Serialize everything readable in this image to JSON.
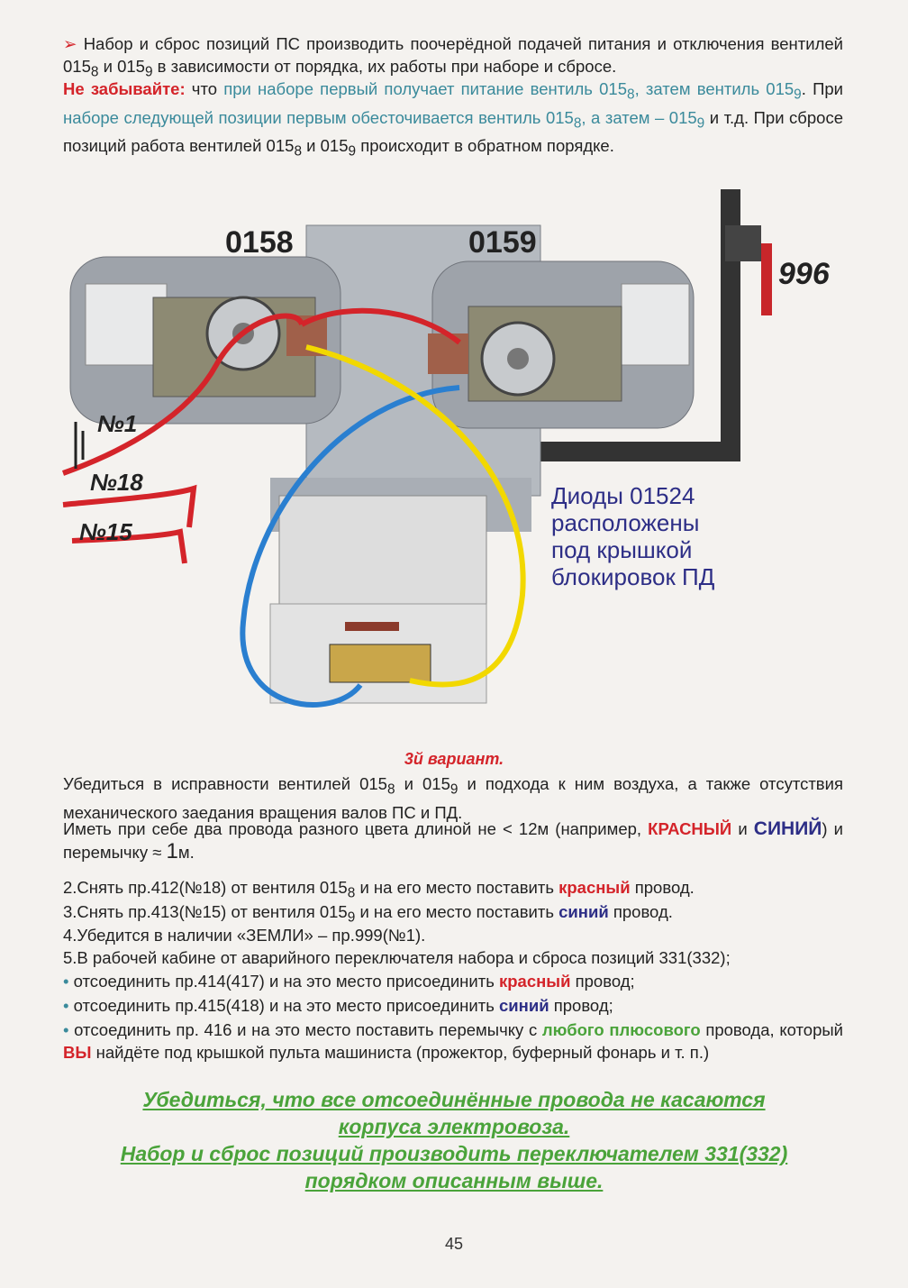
{
  "intro": {
    "line1_pre": "Набор и сброс позиций ПС производить поочерёдной подачей питания и отключения вентилей 015",
    "sub8": "8",
    "and": " и 015",
    "sub9": "9",
    "line1_post": " в зависимости от порядка, их работы при наборе и сбросе."
  },
  "warning": {
    "label": "Не забывайте:",
    "t1": " что ",
    "t2": "при наборе первый получает питание вентиль 015",
    "t3": ", затем вентиль 015",
    "t4": ". При ",
    "t5": "наборе следующей позиции первым обесточивается вентиль 015",
    "t6": ", а затем – 015",
    "t7": " и т.д. При сбросе позиций работа вентилей 015",
    "t8": " и 015",
    "t9": " происходит в обратном порядке."
  },
  "diagram": {
    "valve_left": "0158",
    "valve_right": "0159",
    "valve_996": "996",
    "wire1": "№1",
    "wire18": "№18",
    "wire15": "№15",
    "diodes_note": [
      "Диоды 01524",
      "расположены",
      "под крышкой",
      "блокировок ПД"
    ],
    "colors": {
      "red": "#d4242a",
      "blue": "#2a7fd0",
      "yellow": "#f2d800",
      "gray": "#9aa0a8"
    }
  },
  "variant": "3й вариант.",
  "p1": {
    "a": "Убедиться в исправности вентилей 015",
    "b": " и 015",
    "c": " и подхода к ним воздуха, а также отсутствия механического заедания вращения валов ПС и ПД."
  },
  "p2": {
    "a": "Иметь при себе два провода разного цвета длиной не < 12м (например, ",
    "red": "КРАСНЫЙ",
    "b": " и ",
    "blue": "СИНИЙ",
    "c": ") и перемычку ≈ ",
    "one": "1",
    "d": "м."
  },
  "steps": [
    {
      "a": "2.Снять пр.412(№18) от вентиля 015",
      "b": " и на его место поставить ",
      "c": "красный",
      "d": " провод."
    },
    {
      "a": "3.Снять пр.413(№15) от вентиля 015",
      "b": " и на его место поставить ",
      "c": "синий",
      "d": " провод."
    },
    {
      "a": "4.Убедится в наличии «ЗЕМЛИ» – пр.999(№1)."
    },
    {
      "a": "5.В рабочей кабине от аварийного переключателя набора и сброса позиций 331(332);"
    }
  ],
  "bullets": [
    {
      "a": "отсоединить пр.414(417) и на это место присоединить ",
      "c": "красный",
      "d": " провод;"
    },
    {
      "a": "отсоединить пр.415(418) и на это место присоединить ",
      "c": "синий",
      "d": " провод;"
    },
    {
      "a": "отсоединить пр. 416 и на это место поставить перемычку с ",
      "g": "любого плюсового",
      "b": " провода, который ",
      "r": "ВЫ",
      "d": " найдёте под крышкой пульта машиниста (прожектор, буферный фонарь и т. п.)"
    }
  ],
  "final": {
    "l1": "Убедиться, что все отсоединённые провода не касаются",
    "l2": "корпуса электровоза.",
    "l3": "Набор и сброс позиций производить переключателем 331(332)",
    "l4": "порядком описанным выше."
  },
  "page_number": "45"
}
